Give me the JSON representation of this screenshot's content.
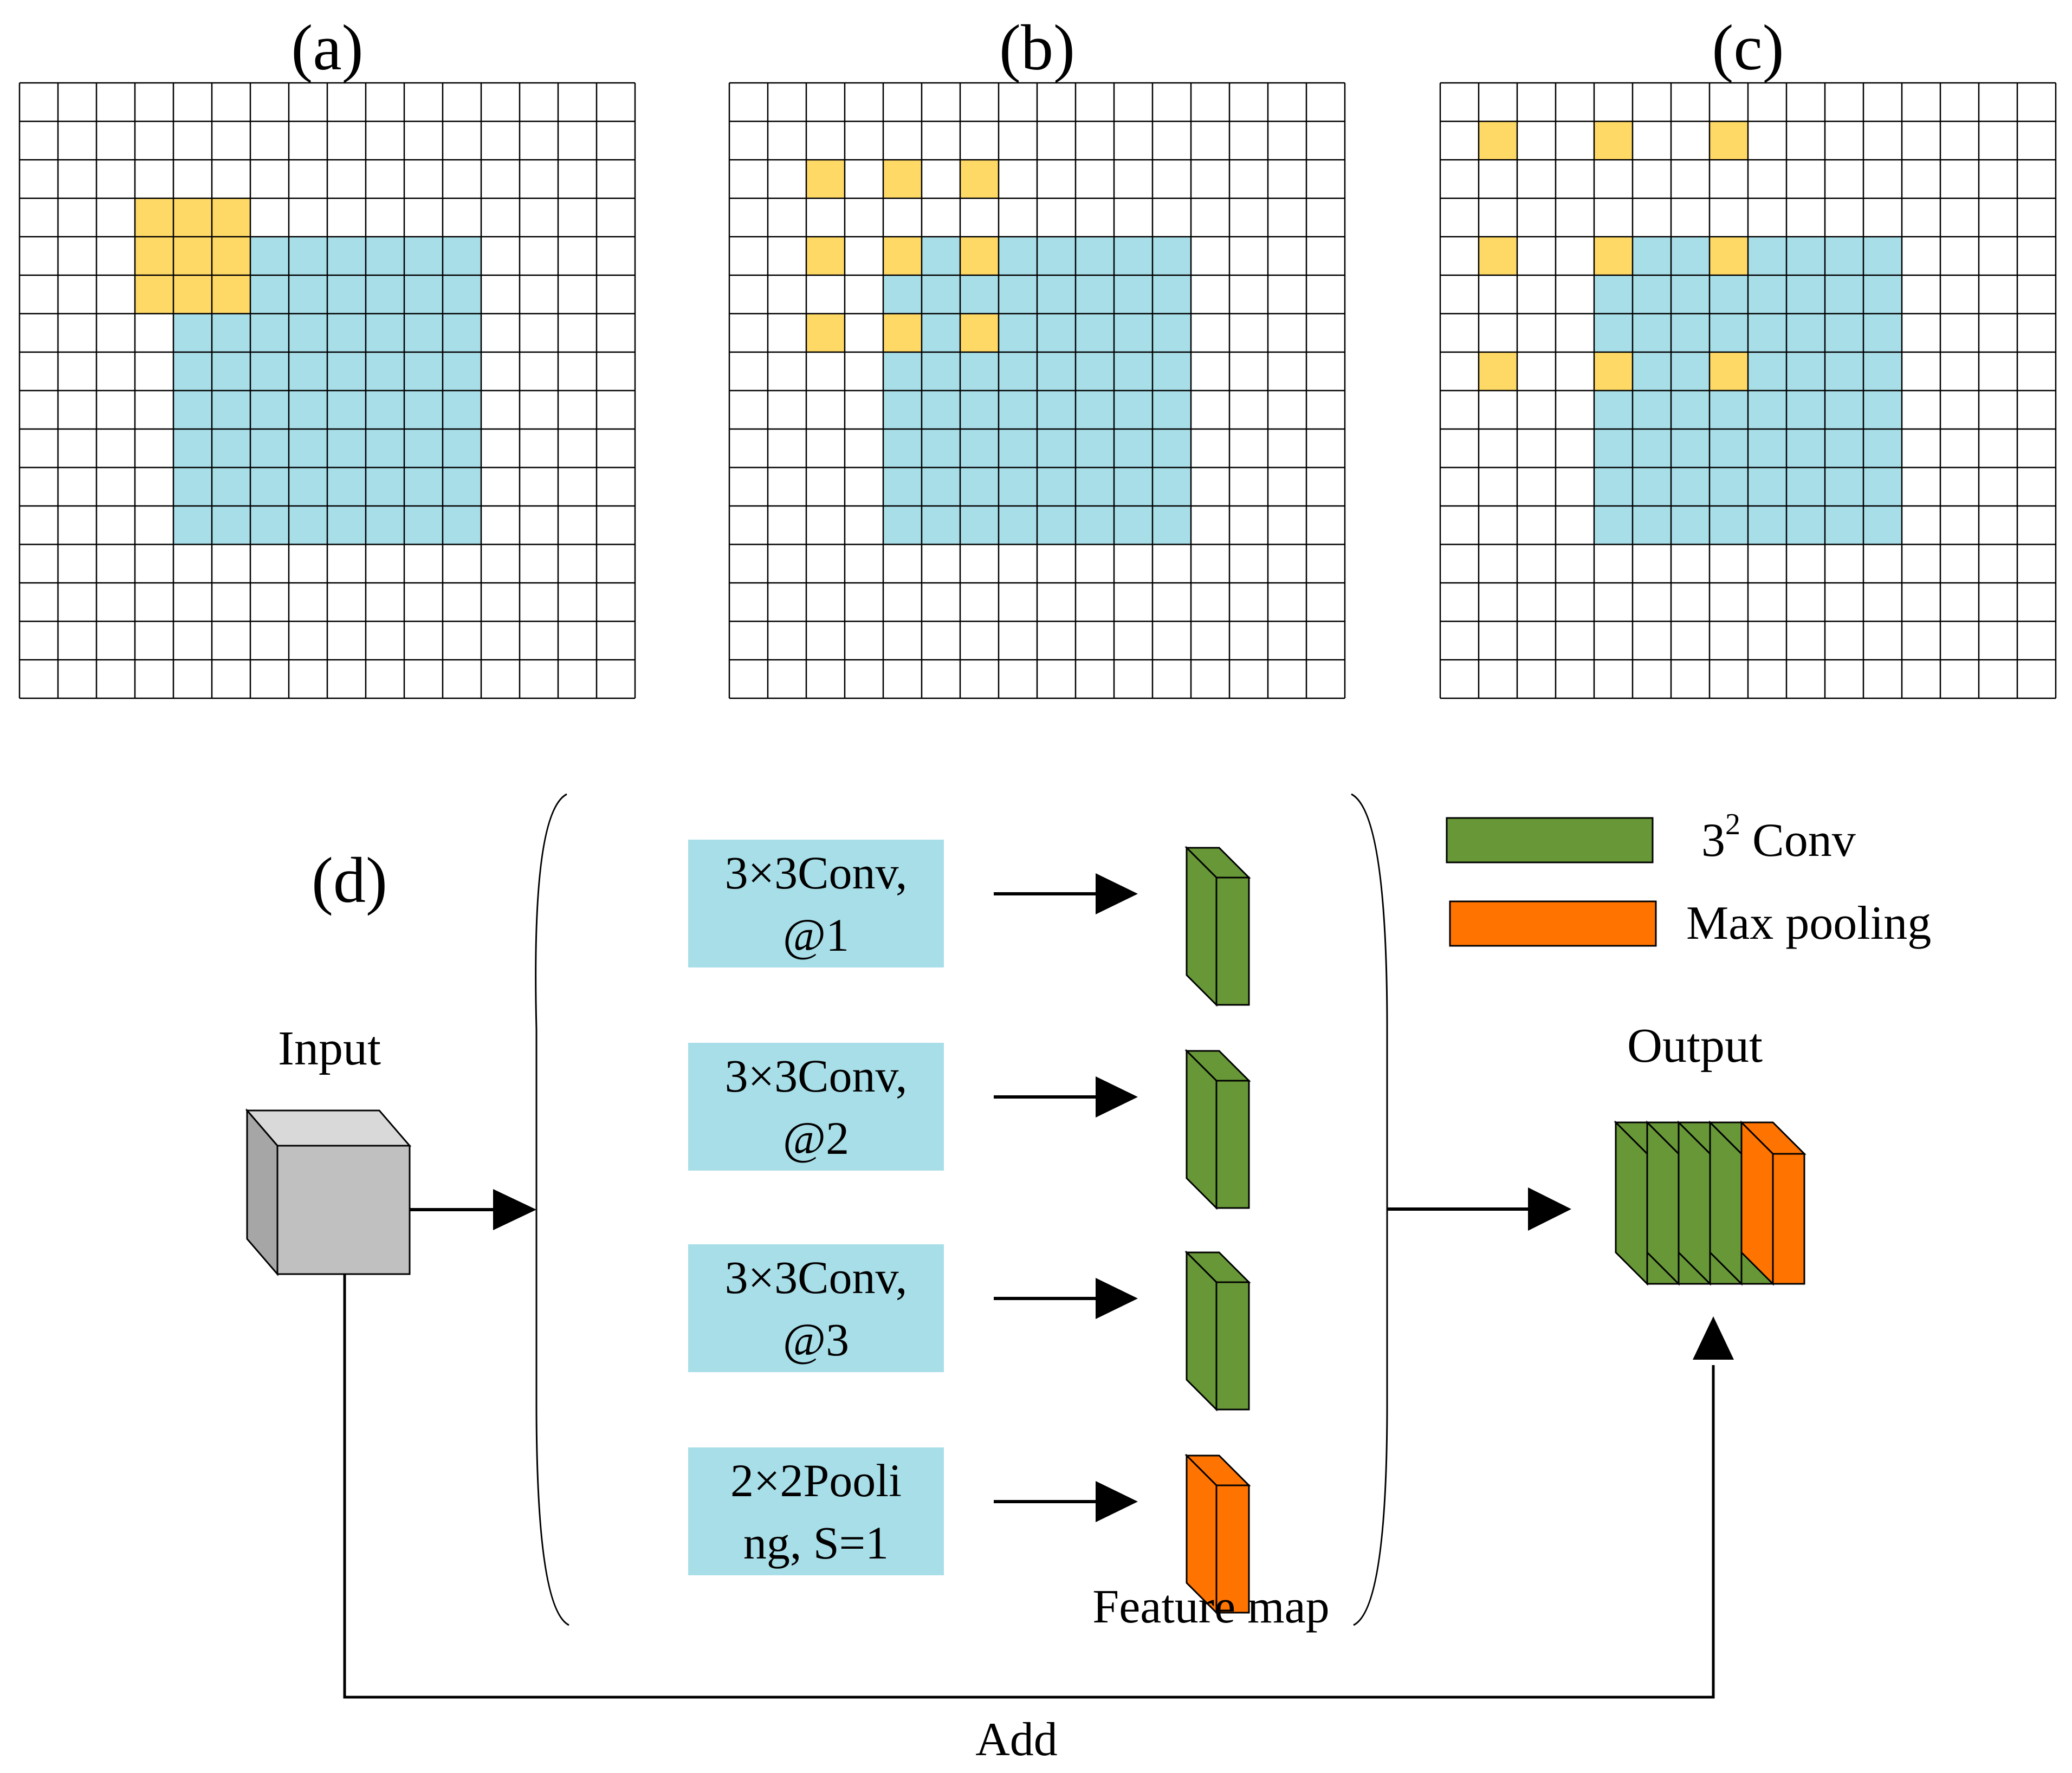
{
  "colors": {
    "grid_line": "#000000",
    "yellow": "#FFD966",
    "blue": "#A8DEE8",
    "conv_green": "#679737",
    "pool_orange": "#FF7300",
    "input_gray": "#C0C0C0",
    "box_fill": "#A8DEE8"
  },
  "grids": [
    {
      "label": "(a)",
      "blue_region": {
        "col_start": 4,
        "col_end": 11,
        "row_start": 4,
        "row_end": 11
      },
      "yellow_cells": [
        [
          3,
          3
        ],
        [
          3,
          4
        ],
        [
          3,
          5
        ],
        [
          4,
          3
        ],
        [
          4,
          4
        ],
        [
          4,
          5
        ],
        [
          5,
          3
        ],
        [
          5,
          4
        ],
        [
          5,
          5
        ]
      ]
    },
    {
      "label": "(b)",
      "blue_region": {
        "col_start": 4,
        "col_end": 11,
        "row_start": 4,
        "row_end": 11
      },
      "yellow_cells": [
        [
          2,
          2
        ],
        [
          2,
          4
        ],
        [
          2,
          6
        ],
        [
          4,
          2
        ],
        [
          4,
          4
        ],
        [
          4,
          6
        ],
        [
          6,
          2
        ],
        [
          6,
          4
        ],
        [
          6,
          6
        ]
      ]
    },
    {
      "label": "(c)",
      "blue_region": {
        "col_start": 4,
        "col_end": 11,
        "row_start": 4,
        "row_end": 11
      },
      "yellow_cells": [
        [
          1,
          1
        ],
        [
          1,
          4
        ],
        [
          1,
          7
        ],
        [
          4,
          1
        ],
        [
          4,
          4
        ],
        [
          4,
          7
        ],
        [
          7,
          1
        ],
        [
          7,
          4
        ],
        [
          7,
          7
        ]
      ]
    }
  ],
  "grid_size": 16,
  "diagram": {
    "label": "(d)",
    "input_label": "Input",
    "output_label": "Output",
    "feature_map_label": "Feature map",
    "add_label": "Add",
    "branches": [
      {
        "line1": "3×3Conv,",
        "line2": "@1",
        "kind": "conv"
      },
      {
        "line1": "3×3Conv,",
        "line2": "@2",
        "kind": "conv"
      },
      {
        "line1": "3×3Conv,",
        "line2": "@3",
        "kind": "conv"
      },
      {
        "line1": "2×2Pooli",
        "line2": "ng, S=1",
        "kind": "pool"
      }
    ],
    "legend": [
      {
        "text": "3",
        "sup": "2",
        "rest": " Conv",
        "kind": "conv"
      },
      {
        "text": "Max pooling",
        "sup": "",
        "rest": "",
        "kind": "pool"
      }
    ]
  }
}
